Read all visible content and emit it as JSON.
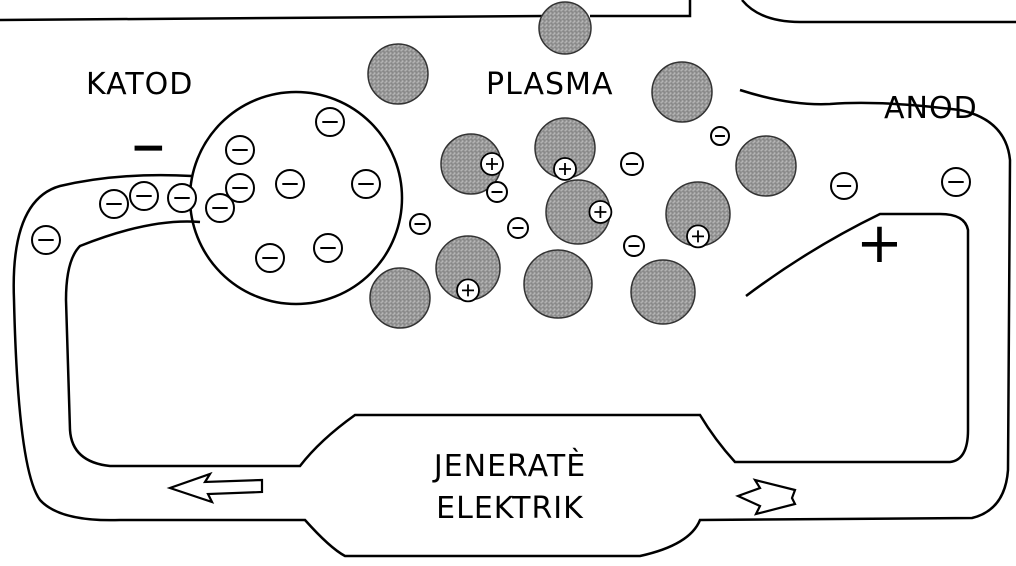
{
  "labels": {
    "cathode": "KATOD",
    "plasma": "PLASMA",
    "anode": "ANOD",
    "generator_line1": "JENERATÈ",
    "generator_line2": "ELEKTRIK",
    "minus_sign": "−",
    "plus_sign": "+"
  },
  "colors": {
    "ink": "#000000",
    "ion_fill": "#b8b8b8",
    "ion_dark": "#8e8e8e",
    "background": "#ffffff"
  },
  "icons": {
    "electron": "minus-in-circle",
    "ion": "stippled-sphere",
    "ionized_atom": "sphere-with-plus-notch",
    "flow_arrow": "hollow-arrow"
  }
}
